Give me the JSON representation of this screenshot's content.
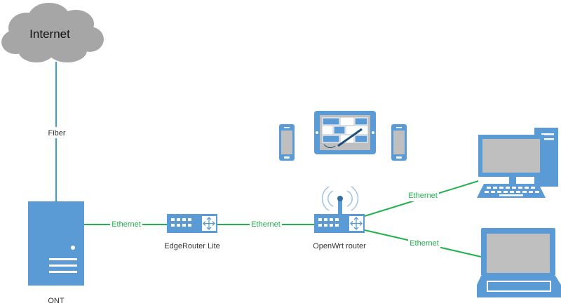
{
  "colors": {
    "device": "#5B9BD5",
    "device_dark": "#2F6DA3",
    "screen": "#BFBFBF",
    "cloud": "#A6A6A6",
    "fiber_line": "#3E9BD6",
    "ethernet_line": "#22B14C",
    "ethernet_text": "#22B14C"
  },
  "cloud": {
    "label": "Internet",
    "icon": "cloud-icon"
  },
  "links": {
    "fiber": "Fiber",
    "ont_edge": "Ethernet",
    "edge_openwrt": "Ethernet",
    "openwrt_desktop": "Ethernet",
    "openwrt_laptop": "Ethernet"
  },
  "nodes": {
    "ont": {
      "label": "ONT",
      "icon": "server-tower-icon"
    },
    "edgerouter": {
      "label": "EdgeRouter Lite",
      "icon": "router-icon"
    },
    "openwrt": {
      "label": "OpenWrt router",
      "icon": "wireless-router-icon"
    },
    "desktop": {
      "icon": "desktop-computer-icon"
    },
    "laptop": {
      "icon": "laptop-icon"
    },
    "tablet": {
      "icon": "tablet-icon"
    },
    "phone_left": {
      "icon": "smartphone-icon"
    },
    "phone_right": {
      "icon": "smartphone-icon"
    }
  }
}
